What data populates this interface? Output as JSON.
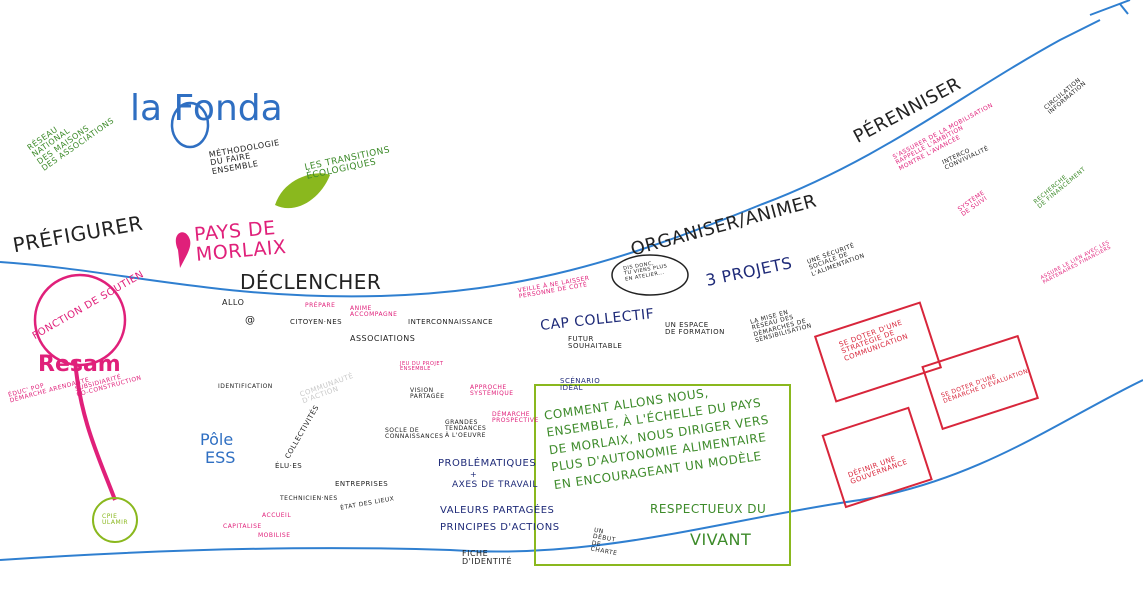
{
  "partners": {
    "resau_name": [
      "RÉSEAU",
      "NATIONAL",
      "DES MAISONS",
      "DES ASSOCIATIONS"
    ],
    "la_fonda": "la Fonda",
    "methodologie": [
      "MÉTHODOLOGIE",
      "DU FAIRE",
      "ENSEMBLE"
    ],
    "transitions": [
      "LES TRANSITIONS",
      "ÉCOLOGIQUES"
    ],
    "pays_de_morlaix": [
      "PAYS DE",
      "MORLAIX"
    ]
  },
  "phases": {
    "prefigurer": "PRÉFIGURER",
    "declencher": "DÉCLENCHER",
    "organiser": "ORGANISER/ANIMER",
    "perenniser": "PÉRENNISER"
  },
  "prefigurer_zone": {
    "fonction": "FONCTION DE SOUTIEN",
    "resam": "Resam",
    "educ_pop": [
      "ÉDUC' POP",
      "DÉMARCHE ARENDANTE"
    ],
    "subsidiarite": [
      "SUBSIDIARITÉ",
      "CO-CONSTRUCTION"
    ],
    "pole": "Pôle",
    "ess": "ESS",
    "circle_label": [
      "CPIE",
      "ULAMIR"
    ]
  },
  "declencher_zone": {
    "allo": "ALLO",
    "at": "@",
    "identification": "IDENTIFICATION",
    "citoyennes": [
      "CITOYEN·NES"
    ],
    "prepare": "PRÉPARE",
    "anime": [
      "ANIME",
      "ACCOMPAGNE"
    ],
    "associations": "ASSOCIATIONS",
    "interconnaissance": "INTERCONNAISSANCE",
    "jeu_du_projet": [
      "JEU DU PROJET",
      "ENSEMBLE"
    ],
    "communaute": [
      "COMMUNAUTÉ",
      "D'ACTION"
    ],
    "collectivites": "COLLECTIVITÉS",
    "elus": "ÉLU·ES",
    "techniciennes": "TECHNICIEN·NES",
    "entreprises": "ENTREPRISES",
    "vision": [
      "VISION",
      "PARTAGÉE"
    ],
    "approche": [
      "APPROCHE",
      "SYSTÉMIQUE"
    ],
    "socle": [
      "SOCLE DE",
      "CONNAISSANCES"
    ],
    "grandes": [
      "GRANDES",
      "TENDANCES",
      "À L'OEUVRE"
    ],
    "demarche": [
      "DÉMARCHE",
      "PROSPECTIVE"
    ],
    "capitalise": "CAPITALISE",
    "accueil": "ACCUEIL",
    "mobilise": "MOBILISE",
    "etat_des_lieux": "ÉTAT DES LIEUX"
  },
  "center_zone": {
    "veille": [
      "VEILLE À NE LAISSER",
      "PERSONNE DE CÔTÉ"
    ],
    "bubble": [
      "DIS DONC,",
      "TU VIENS PLUS",
      "EN ATELIER..."
    ],
    "cap_collectif": "CAP COLLECTIF",
    "futur": [
      "FUTUR",
      "SOUHAITABLE"
    ],
    "scenario": [
      "SCÉNARIO",
      "IDÉAL"
    ],
    "problematiques": "PROBLÉMATIQUES",
    "plus": "+",
    "axes": "AXES DE TRAVAIL",
    "valeurs": "VALEURS PARTAGÉES",
    "principes": "PRINCIPES D'ACTIONS",
    "fiche": [
      "FICHE",
      "D'IDENTITÉ"
    ],
    "debut_charte": [
      "UN",
      "DÉBUT",
      "DE",
      "CHARTE"
    ],
    "question": [
      "COMMENT ALLONS NOUS,",
      "ENSEMBLE, À L'ÉCHELLE DU PAYS",
      "DE MORLAIX, NOUS DIRIGER VERS",
      "PLUS D'AUTONOMIE ALIMENTAIRE",
      "EN ENCOURAGEANT UN MODÈLE",
      "RESPECTUEUX DU",
      "VIVANT"
    ]
  },
  "organiser_zone": {
    "trois_projets": "3 PROJETS",
    "espace": [
      "UN ESPACE",
      "DE FORMATION"
    ],
    "mise_en_reseau": [
      "LA MISE EN",
      "RÉSEAU DES",
      "DÉMARCHES DE",
      "SENSIBILISATION"
    ],
    "securite": [
      "UNE SÉCURITÉ",
      "SOCIALE DE",
      "L'ALIMENTATION"
    ],
    "strategie": [
      "SE DOTER D'UNE",
      "STRATÉGIE DE",
      "COMMUNICATION"
    ],
    "evaluation": [
      "SE DOTER D'UNE",
      "DÉMARCHE D'ÉVALUATION"
    ],
    "gouvernance": [
      "DÉFINIR UNE",
      "GOUVERNANCE"
    ]
  },
  "perenniser_zone": {
    "assurer": [
      "S'ASSURER DE LA MOBILISATION",
      "RAPPELLE L'AMBITION",
      "MONTRE L'AVANCÉE"
    ],
    "interco": [
      "INTERCO",
      "CONVIVIALITÉ"
    ],
    "circulation": [
      "CIRCULATION",
      "INFORMATION"
    ],
    "systeme": [
      "SYSTÈME",
      "DE SUIVI"
    ],
    "recherche": [
      "RECHERCHE",
      "DE FINANCEMENT"
    ],
    "assure_lien": [
      "ASSURE LE LIEN AVEC LES",
      "PARTENAIRES FINANCIERS"
    ]
  },
  "colors": {
    "navy": "#1e2a78",
    "blue": "#2f6fc2",
    "pink": "#e0207a",
    "green": "#3d8b2a",
    "red": "#d8263b",
    "lime": "#8ab81e"
  }
}
